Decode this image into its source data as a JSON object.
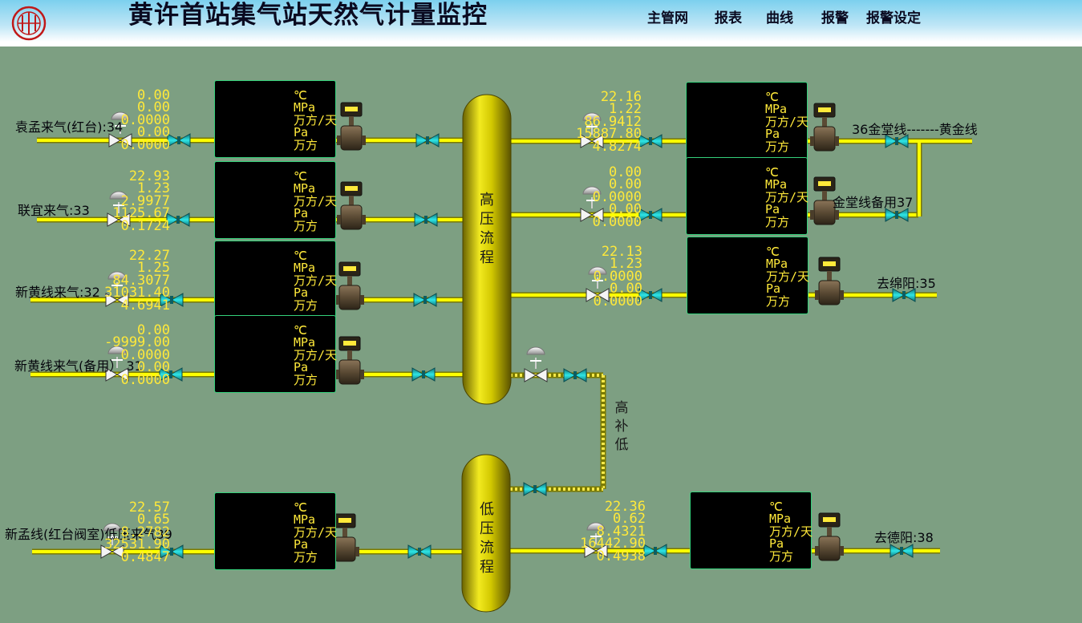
{
  "header": {
    "logo_text": "SINOPEC",
    "title": "黄许首站集气站天然气计量监控",
    "nav": [
      "主管网",
      "报表",
      "曲线",
      "报警",
      "报警设定"
    ]
  },
  "vessels": {
    "high": "高压流程",
    "low": "低压流程",
    "bypass": "高补低"
  },
  "inlets": [
    {
      "label": "袁孟来气(红台):34"
    },
    {
      "label": "联宜来气:33"
    },
    {
      "label": "新黄线来气:32"
    },
    {
      "label": "新黄线来气(备用） 31"
    },
    {
      "label": "新孟线(红台阀室)低压来气39"
    }
  ],
  "outlets": [
    {
      "label": "36金堂线-------黄金线"
    },
    {
      "label": "金堂线备用37"
    },
    {
      "label": "去绵阳:35"
    },
    {
      "label": "去德阳:38"
    }
  ],
  "units": [
    "℃",
    "MPa",
    "万方/天",
    "Pa",
    "万方"
  ],
  "meters": [
    {
      "id": "34",
      "values": [
        "0.00",
        "0.00",
        "0.0000",
        "0.00",
        "0.0000"
      ]
    },
    {
      "id": "33",
      "values": [
        "22.93",
        "1.23",
        "2.9977",
        "1125.67",
        "0.1724"
      ]
    },
    {
      "id": "32",
      "values": [
        "22.27",
        "1.25",
        "84.3077",
        "31031.40",
        "4.6941"
      ]
    },
    {
      "id": "31",
      "values": [
        "0.00",
        "-9999.00",
        "0.0000",
        "0.00",
        "0.0000"
      ]
    },
    {
      "id": "39",
      "values": [
        "22.57",
        "0.65",
        "8.2782",
        "32531.90",
        "0.4847"
      ]
    },
    {
      "id": "36",
      "values": [
        "22.16",
        "1.22",
        "86.9412",
        "15887.80",
        "4.8274"
      ]
    },
    {
      "id": "37",
      "values": [
        "0.00",
        "0.00",
        "0.0000",
        "0.00",
        "0.0000"
      ]
    },
    {
      "id": "35",
      "values": [
        "22.13",
        "1.23",
        "0.0000",
        "0.00",
        "0.0000"
      ]
    },
    {
      "id": "38",
      "values": [
        "22.36",
        "0.62",
        "8.4321",
        "16442.90",
        "0.4938"
      ]
    }
  ],
  "colors": {
    "background": "#7d9f82",
    "pipe": "#ffff00",
    "panel_text": "#ffe93a",
    "valve_teal": "#1fd6d6"
  }
}
